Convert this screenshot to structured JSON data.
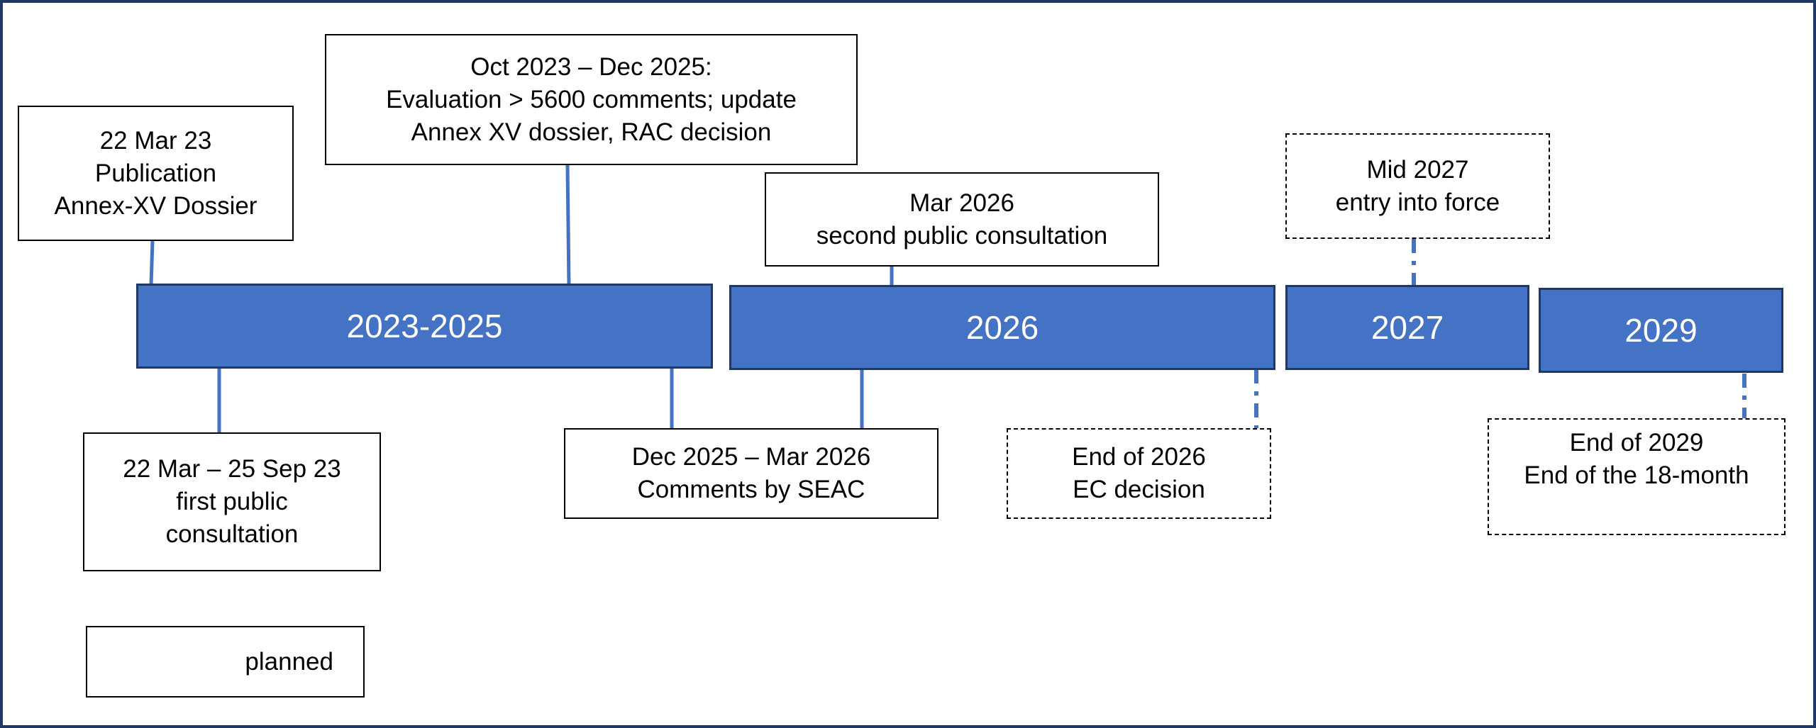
{
  "periods": [
    {
      "label": "2023-2025"
    },
    {
      "label": "2026"
    },
    {
      "label": "2027"
    },
    {
      "label": "2029"
    }
  ],
  "events": [
    {
      "lines": [
        "22 Mar 23",
        "Publication",
        "Annex-XV Dossier"
      ],
      "status": "completed"
    },
    {
      "lines": [
        "Oct 2023 – Dec 2025:",
        "Evaluation > 5600 comments; update",
        "Annex XV dossier, RAC decision"
      ],
      "status": "completed"
    },
    {
      "lines": [
        "Mar 2026",
        "second public consultation"
      ],
      "status": "completed"
    },
    {
      "lines": [
        "Mid 2027",
        "entry into force"
      ],
      "status": "planned"
    },
    {
      "lines": [
        "22 Mar – 25 Sep 23",
        "first public",
        "consultation"
      ],
      "status": "completed"
    },
    {
      "lines": [
        "Dec 2025 – Mar 2026",
        "Comments by SEAC"
      ],
      "status": "completed"
    },
    {
      "lines": [
        "End of 2026",
        "EC decision"
      ],
      "status": "planned"
    },
    {
      "lines": [
        "End of 2029",
        "End of the 18-month"
      ],
      "status": "planned"
    }
  ],
  "legend": {
    "label": "planned"
  },
  "colors": {
    "period_fill": "#4472c4",
    "period_border": "#1f3864",
    "connector": "#4472c4",
    "frame": "#1f3864"
  }
}
